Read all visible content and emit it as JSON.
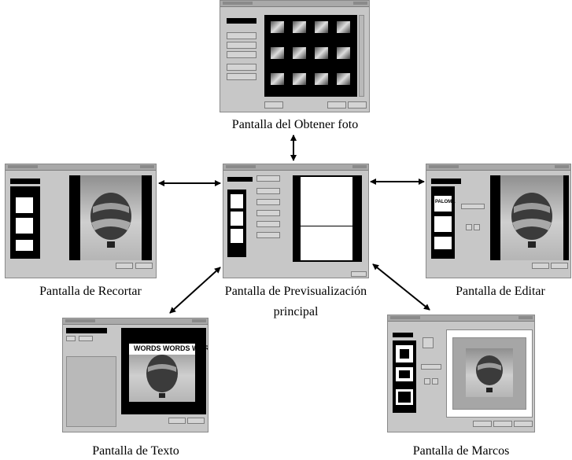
{
  "labels": {
    "obtener": "Pantalla del Obtener foto",
    "recortar": "Pantalla de Recortar",
    "preview_line1": "Pantalla de Previsualización",
    "preview_line2": "principal",
    "editar": "Pantalla de Editar",
    "texto": "Pantalla de Texto",
    "marcos": "Pantalla de Marcos"
  },
  "texto_overlay": "WORDS WORDS WORDS",
  "editar_tag": "PALOMA"
}
